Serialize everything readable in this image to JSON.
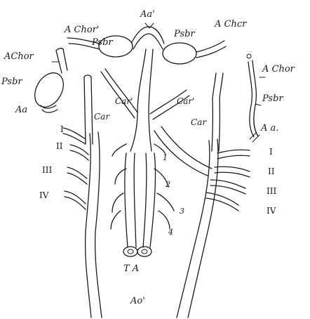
{
  "labels": {
    "a_chor_top": "A Chor'",
    "psbr_top_left": "Psbr",
    "aa_prime": "Aa'",
    "psbr_top_right": "Psbr",
    "a_cher_top_right": "A Chcr",
    "a_chor_left": "AChor",
    "psbr_left": "Psbr",
    "aa_left": "Aa",
    "a_chor_right": "A Chor",
    "psbr_right": "Psbr",
    "aa_right": "A a.",
    "car_prime_center": "Car'",
    "car_left": "Car",
    "car_prime_right": "Car'",
    "car_right": "Car",
    "num_1": "1",
    "num_2": "2",
    "num_3": "3",
    "num_4": "4",
    "ta": "T A",
    "ao_prime": "Ao'"
  },
  "left_roman": [
    "I",
    "II",
    "III",
    "IV"
  ],
  "right_roman": [
    "I",
    "II",
    "III",
    "IV"
  ]
}
